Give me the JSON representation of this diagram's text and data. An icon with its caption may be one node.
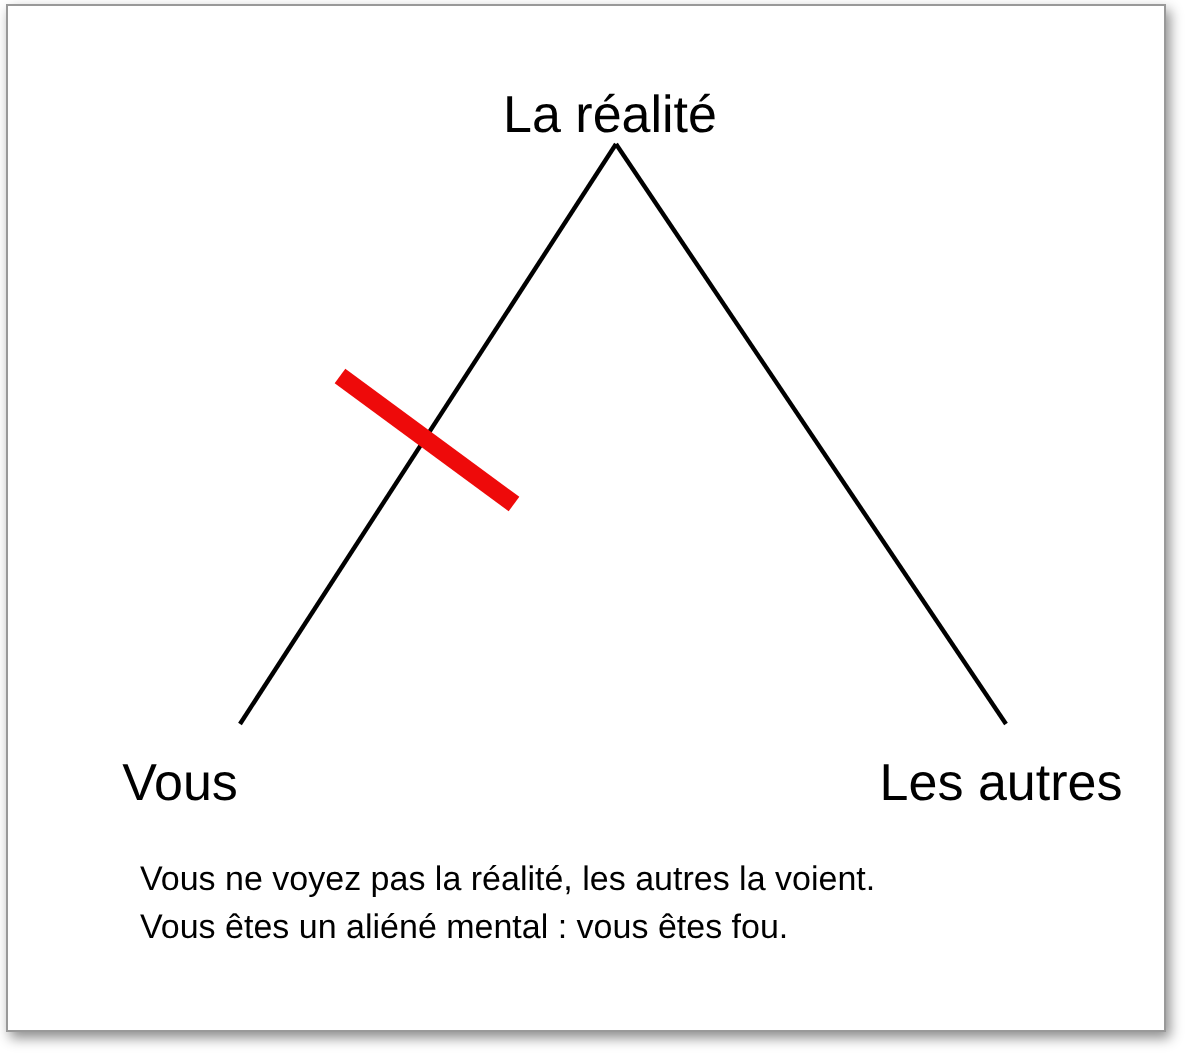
{
  "diagram": {
    "nodes": [
      {
        "text": [
          "La réalité"
        ]
      },
      {
        "text": [
          "Vous"
        ]
      },
      {
        "text": [
          "Les autres"
        ]
      }
    ],
    "edges": [
      {
        "from": 0,
        "to": 1,
        "arrow": "none"
      },
      {
        "from": 0,
        "to": 2,
        "arrow": "none"
      }
    ],
    "labels": [
      "Vous ne voyez pas la réalité, les autres la voient.",
      "Vous êtes un aliéné mental : vous êtes fou."
    ]
  }
}
